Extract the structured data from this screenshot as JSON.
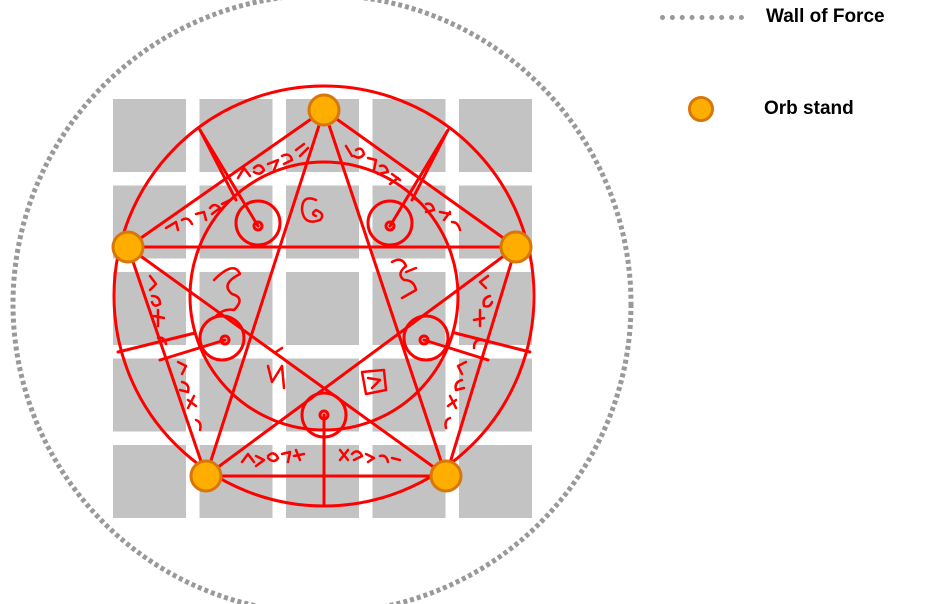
{
  "legend": {
    "wall_label": "Wall of Force",
    "orb_label": "Orb stand"
  },
  "grid": {
    "rows": 5,
    "cols": 5,
    "hidden_cells": []
  },
  "colors": {
    "wall": "#999999",
    "tile": "#c3c3c3",
    "sigil": "#ff0000",
    "orb_fill": "#ffae00",
    "orb_stroke": "#d8760a"
  },
  "icons": [
    "dotted-line-icon",
    "orb-icon"
  ]
}
